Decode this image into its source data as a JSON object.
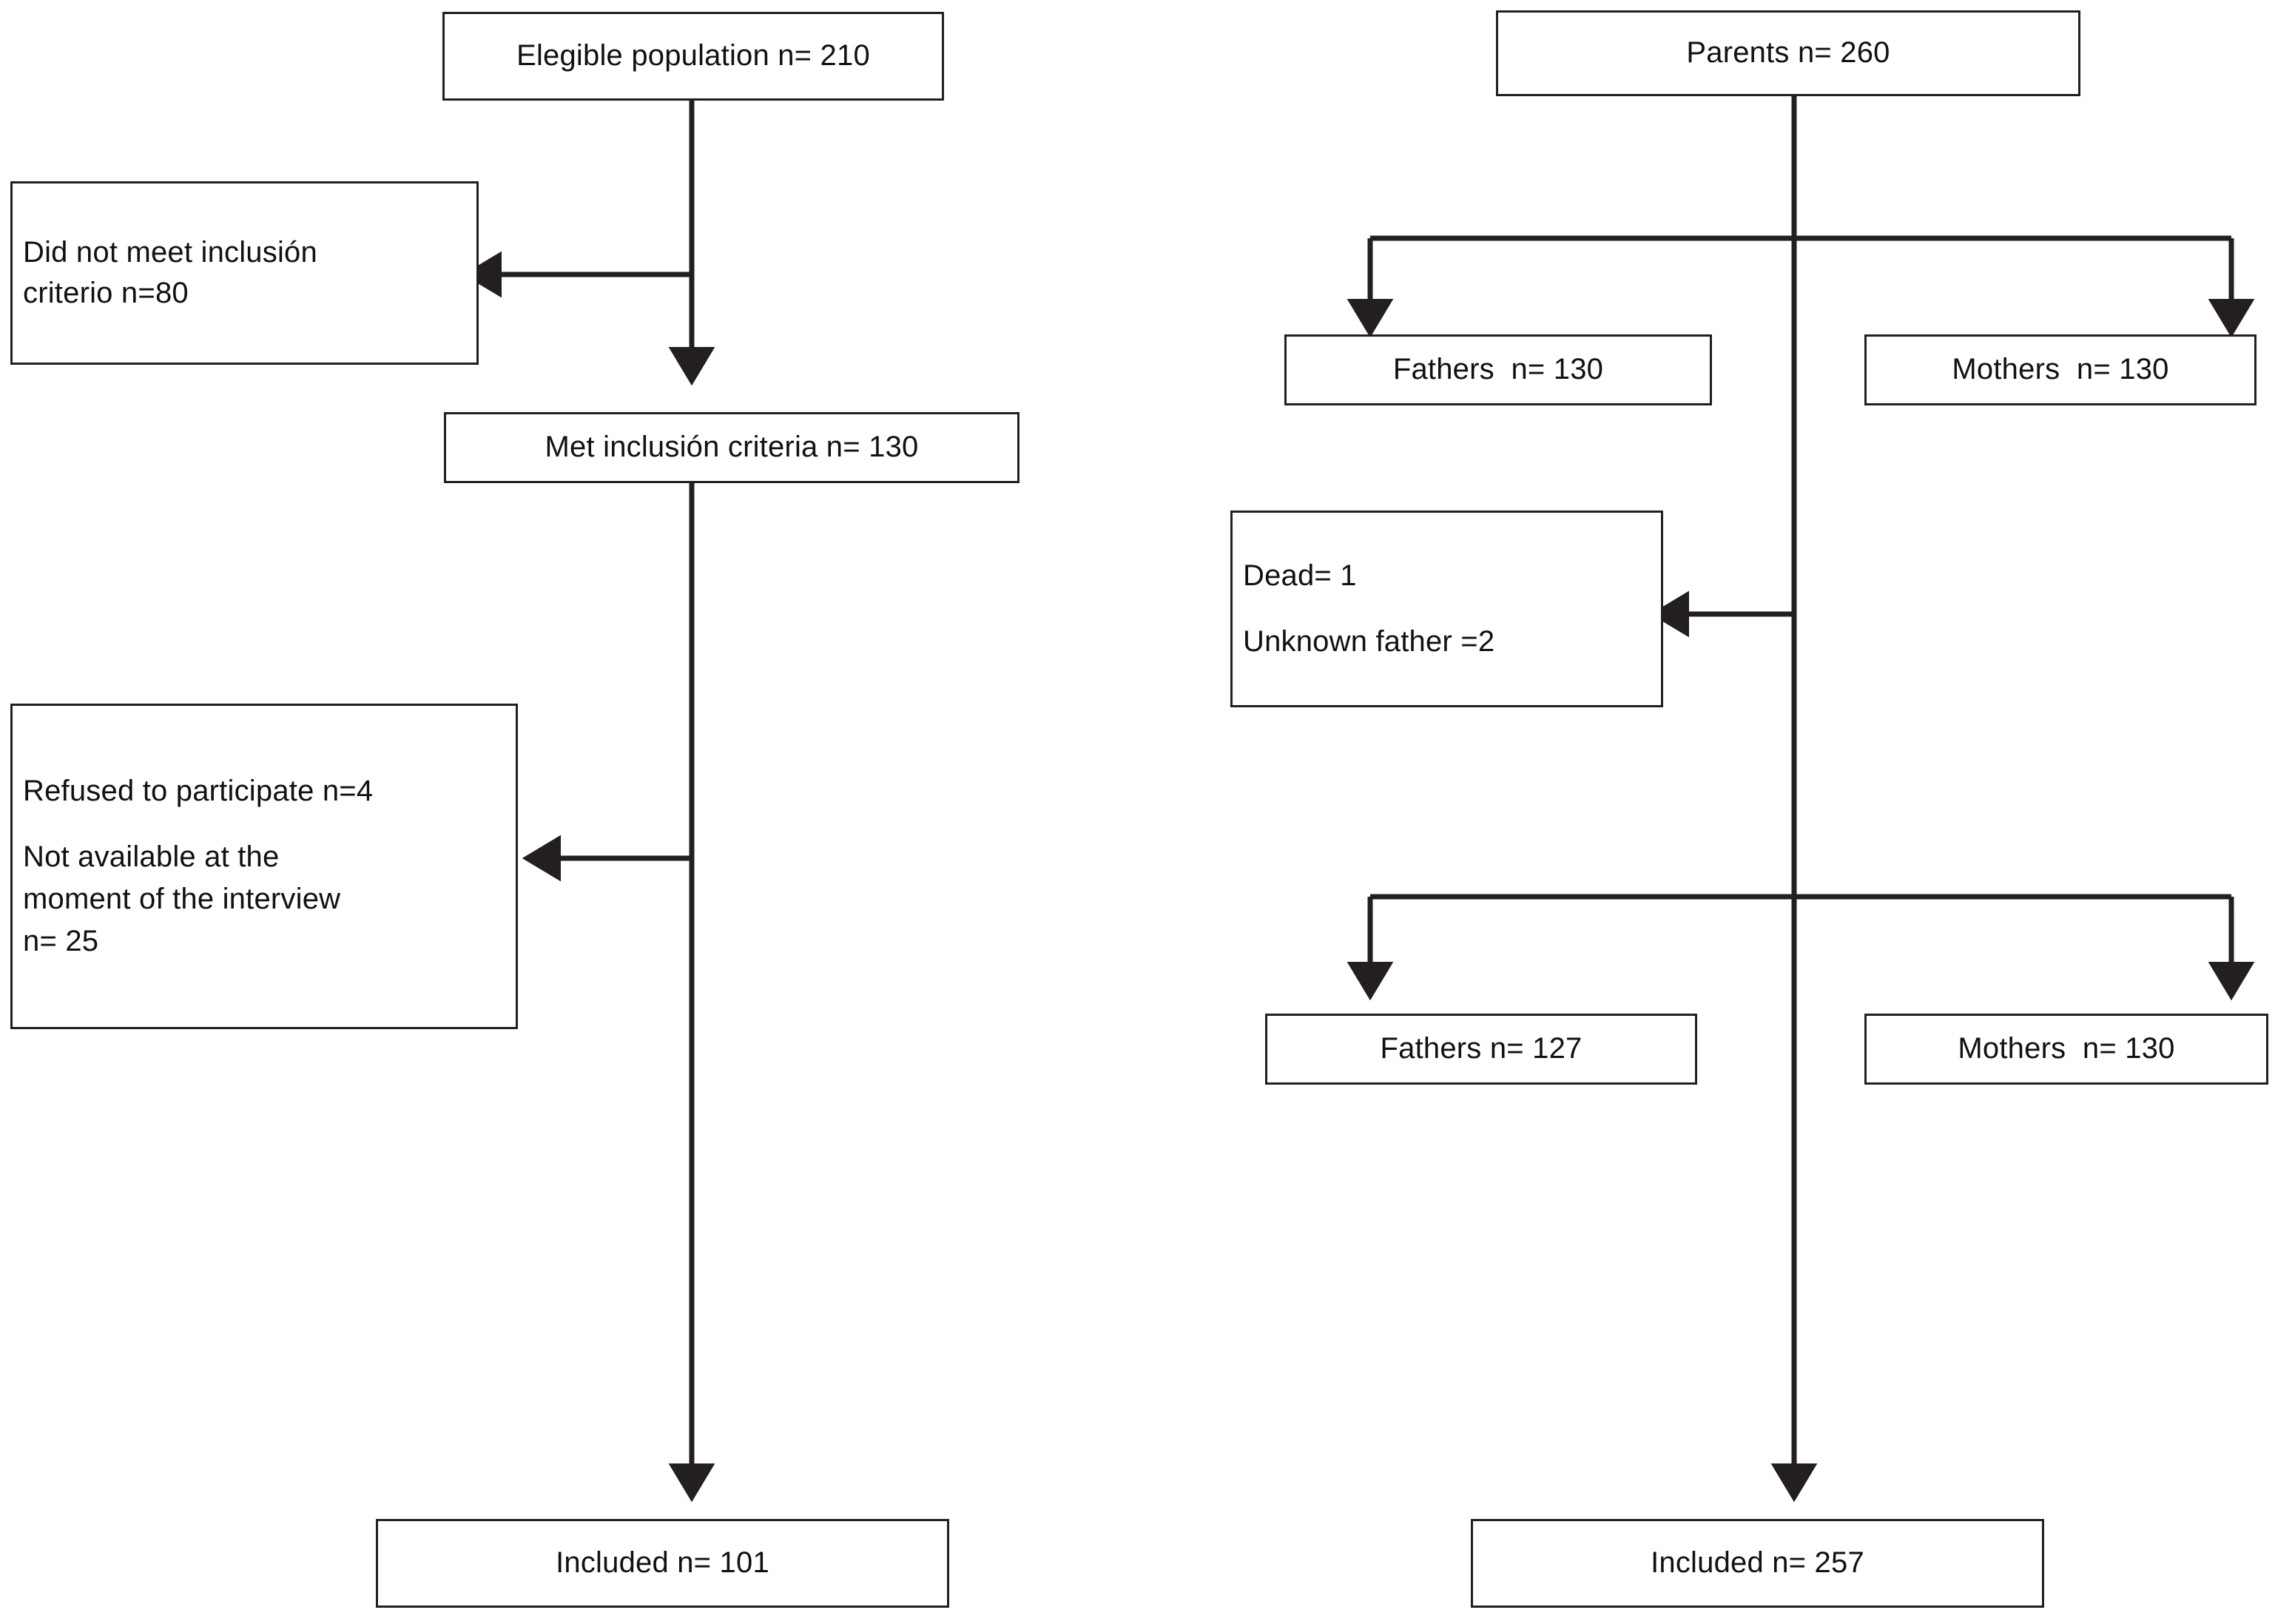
{
  "diagram": {
    "type": "flowchart",
    "title_visible": false,
    "stroke_color": "#231f20",
    "background_color": "#ffffff",
    "left_flow": {
      "eligible": {
        "label": "Elegible population n= 210"
      },
      "excluded_inclusion": {
        "line1": "Did not meet inclusión",
        "line2": "criterio n=80"
      },
      "met_criteria": {
        "label": "Met inclusión criteria n= 130"
      },
      "excluded_other": {
        "line1": "Refused to participate n=4",
        "line2": "Not available at the",
        "line3": "moment of the interview",
        "line4": "n= 25"
      },
      "included": {
        "label": "Included n= 101"
      }
    },
    "right_flow": {
      "parents": {
        "label": "Parents n= 260"
      },
      "fathers_top": {
        "label": "Fathers  n= 130"
      },
      "mothers_top": {
        "label": "Mothers  n= 130"
      },
      "excluded_fathers": {
        "line1": "Dead= 1",
        "line2": "Unknown father =2"
      },
      "fathers_bottom": {
        "label": "Fathers n= 127"
      },
      "mothers_bottom": {
        "label": "Mothers  n= 130"
      },
      "included": {
        "label": "Included n= 257"
      }
    }
  }
}
